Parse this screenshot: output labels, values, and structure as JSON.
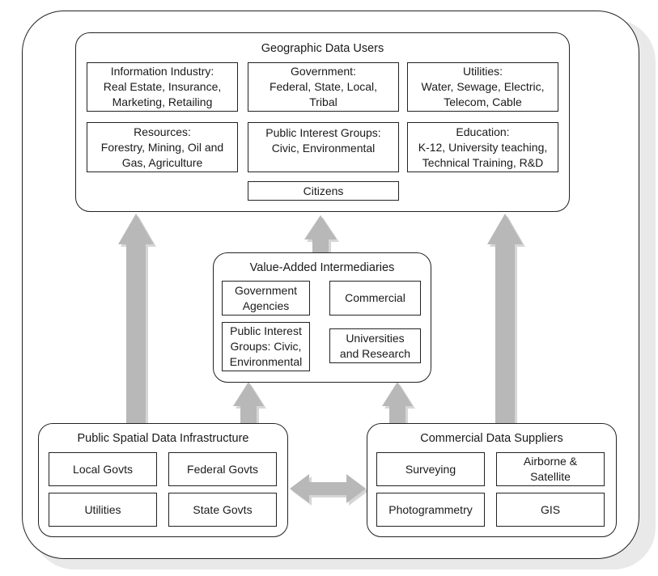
{
  "geographic_users": {
    "title": "Geographic Data Users",
    "info_industry": "Information Industry:\nReal Estate, Insurance,\nMarketing, Retailing",
    "government": "Government:\nFederal, State, Local,\nTribal",
    "utilities": "Utilities:\nWater, Sewage, Electric,\nTelecom, Cable",
    "resources": "Resources:\nForestry, Mining, Oil and\nGas, Agriculture",
    "public_interest": "Public Interest Groups:\nCivic, Environmental",
    "education": "Education:\nK-12, University teaching,\nTechnical Training, R&D",
    "citizens": "Citizens"
  },
  "intermediaries": {
    "title": "Value-Added Intermediaries",
    "gov_agencies": "Government\nAgencies",
    "commercial": "Commercial",
    "public_interest": "Public Interest\nGroups: Civic,\nEnvironmental",
    "universities": "Universities\nand Research"
  },
  "public_infrastructure": {
    "title": "Public Spatial Data Infrastructure",
    "local": "Local Govts",
    "federal": "Federal Govts",
    "utilities": "Utilities",
    "state": "State Govts"
  },
  "commercial_suppliers": {
    "title": "Commercial Data Suppliers",
    "surveying": "Surveying",
    "airborne": "Airborne &\nSatellite",
    "photogrammetry": "Photogrammetry",
    "gis": "GIS"
  }
}
